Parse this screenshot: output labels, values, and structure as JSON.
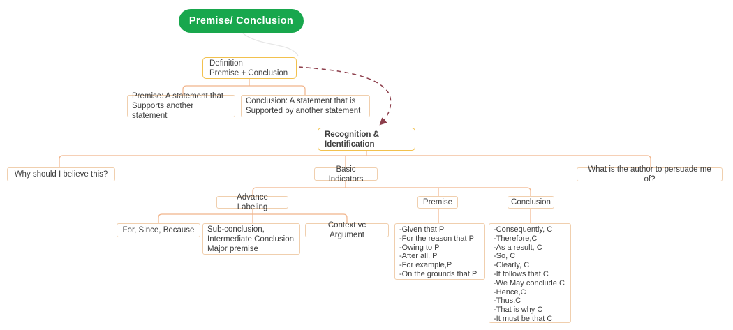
{
  "palette": {
    "green": "#18a74d",
    "gold": "#f2c14e",
    "peach": "#f0cfae",
    "connector": "#f1b48a",
    "arrow": "#8d3f4c",
    "text": "#3d3d3d",
    "bg": "#ffffff"
  },
  "nodes": {
    "root": {
      "label": "Premise/ Conclusion"
    },
    "definition": {
      "text": "Definition\nPremise + Conclusion"
    },
    "premise_def": {
      "text": "Premise: A statement that\nSupports another statement"
    },
    "conclusion_def": {
      "text": "Conclusion: A statement that is\nSupported by another statement"
    },
    "recognition": {
      "text": "Recognition &\nIdentification"
    },
    "why": {
      "label": "Why should I believe this?"
    },
    "basic_indicators": {
      "label": "Basic Indicators"
    },
    "what": {
      "label": "What is the author to persuade me of?"
    },
    "advance_labeling": {
      "label": "Advance Labeling"
    },
    "premise_group": {
      "label": "Premise"
    },
    "conclusion_group": {
      "label": "Conclusion"
    },
    "for_since_because": {
      "label": "For, Since, Because"
    },
    "sub_conclusion": {
      "text": "Sub-conclusion,\nIntermediate Conclusion\nMajor premise"
    },
    "context_vc_argument": {
      "label": "Context vc Argument"
    },
    "premise_indicators": {
      "items": [
        "-Given that P",
        "-For the reason that P",
        "-Owing to P",
        "-After all, P",
        "-For example,P",
        "-On the grounds that P"
      ]
    },
    "conclusion_indicators": {
      "items": [
        "-Consequently, C",
        "-Therefore,C",
        "-As a result, C",
        "-So, C",
        "-Clearly, C",
        "-It follows that C",
        "-We May conclude C",
        "-Hence,C",
        "-Thus,C",
        "-That is why C",
        "-It must be that C"
      ]
    }
  }
}
